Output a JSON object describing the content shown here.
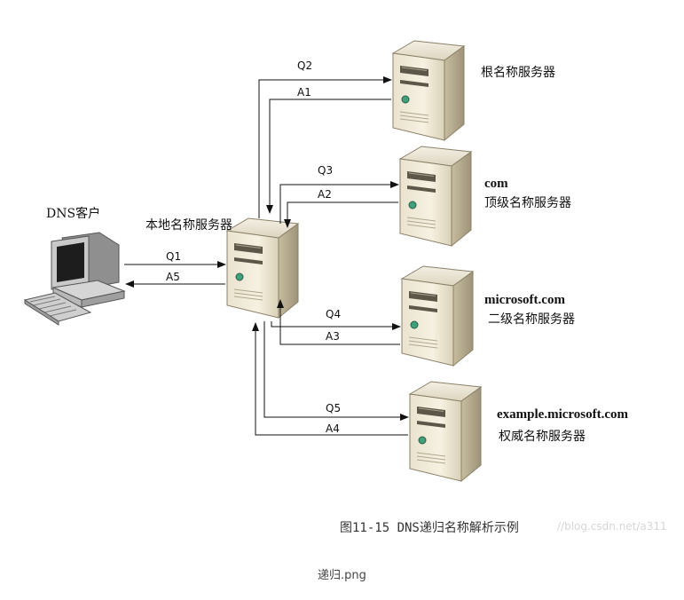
{
  "client": {
    "label": "DNS客户"
  },
  "local_server": {
    "label": "本地名称服务器"
  },
  "root_server": {
    "label": "根名称服务器"
  },
  "com_server": {
    "label_line1": "com",
    "label_line2": "顶级名称服务器"
  },
  "microsoft_server": {
    "label_line1": "microsoft.com",
    "label_line2": "二级名称服务器"
  },
  "example_server": {
    "label_line1": "example.microsoft.com",
    "label_line2": "权威名称服务器"
  },
  "arrows": {
    "q1": "Q1",
    "a5": "A5",
    "q2": "Q2",
    "a1": "A1",
    "q3": "Q3",
    "a2": "A2",
    "q4": "Q4",
    "a3": "A3",
    "q5": "Q5",
    "a4": "A4"
  },
  "caption": "图11-15 DNS递归名称解析示例",
  "watermark": "//blog.csdn.net/a311",
  "filename": "递归.png"
}
